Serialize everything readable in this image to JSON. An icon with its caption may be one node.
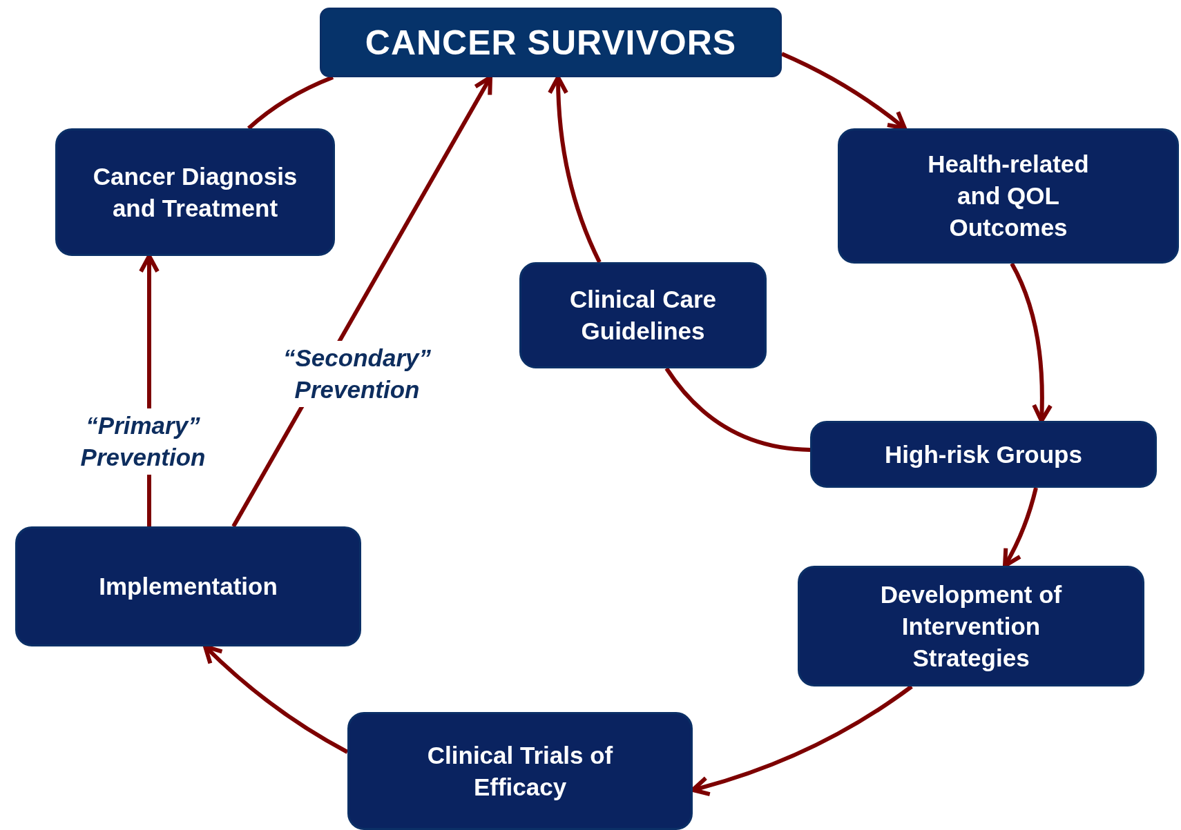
{
  "diagram": {
    "nodes": [
      {
        "text": [
          "CANCER SURVIVORS"
        ]
      },
      {
        "text": [
          "Cancer Diagnosis and Treatment"
        ]
      },
      {
        "text": [
          "Health-related and QOL Outcomes"
        ]
      },
      {
        "text": [
          "Clinical Care Guidelines"
        ]
      },
      {
        "text": [
          "High-risk Groups"
        ]
      },
      {
        "text": [
          "Implementation"
        ]
      },
      {
        "text": [
          "Development of Intervention Strategies"
        ]
      },
      {
        "text": [
          "Clinical Trials of Efficacy"
        ]
      }
    ],
    "edges": [
      {
        "from": 1,
        "to": 0,
        "arrow": "none"
      },
      {
        "from": 0,
        "to": 2,
        "arrow": "to"
      },
      {
        "from": 2,
        "to": 4,
        "arrow": "to"
      },
      {
        "from": 4,
        "to": 6,
        "arrow": "to"
      },
      {
        "from": 6,
        "to": 7,
        "arrow": "to"
      },
      {
        "from": 7,
        "to": 5,
        "arrow": "to"
      },
      {
        "from": 5,
        "to": 1,
        "arrow": "to",
        "label": "“Primary” Prevention"
      },
      {
        "from": 5,
        "to": 0,
        "arrow": "to",
        "label": "“Secondary” Prevention"
      },
      {
        "from": 4,
        "to": 3,
        "arrow": "none"
      },
      {
        "from": 3,
        "to": 0,
        "arrow": "to"
      }
    ]
  }
}
